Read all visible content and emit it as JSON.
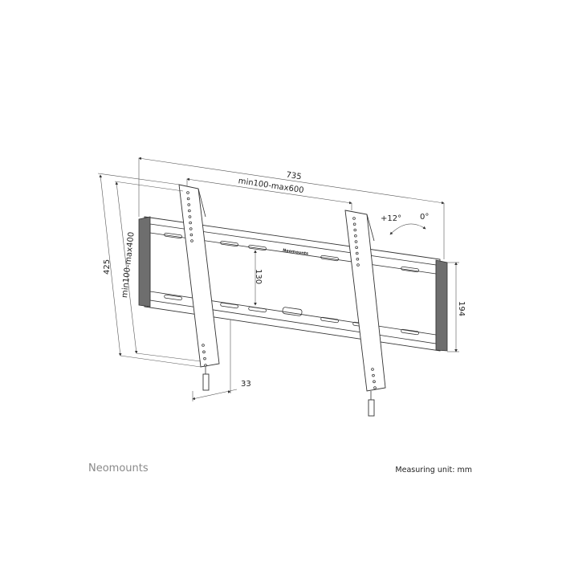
{
  "diagram": {
    "dimensions": {
      "overall_width": "735",
      "vesa_horizontal": "min100-max600",
      "overall_height": "425",
      "vesa_vertical": "min100-max400",
      "rail_spacing": "130",
      "plate_height": "194",
      "wall_distance": "33",
      "tilt_max": "+12°",
      "tilt_min": "0°"
    },
    "plate_logo": "Neomounts",
    "colors": {
      "line": "#333333",
      "end_cap": "#6e6e6e"
    }
  },
  "footer": {
    "brand": "Neomounts",
    "measuring_unit": "Measuring unit: mm"
  }
}
